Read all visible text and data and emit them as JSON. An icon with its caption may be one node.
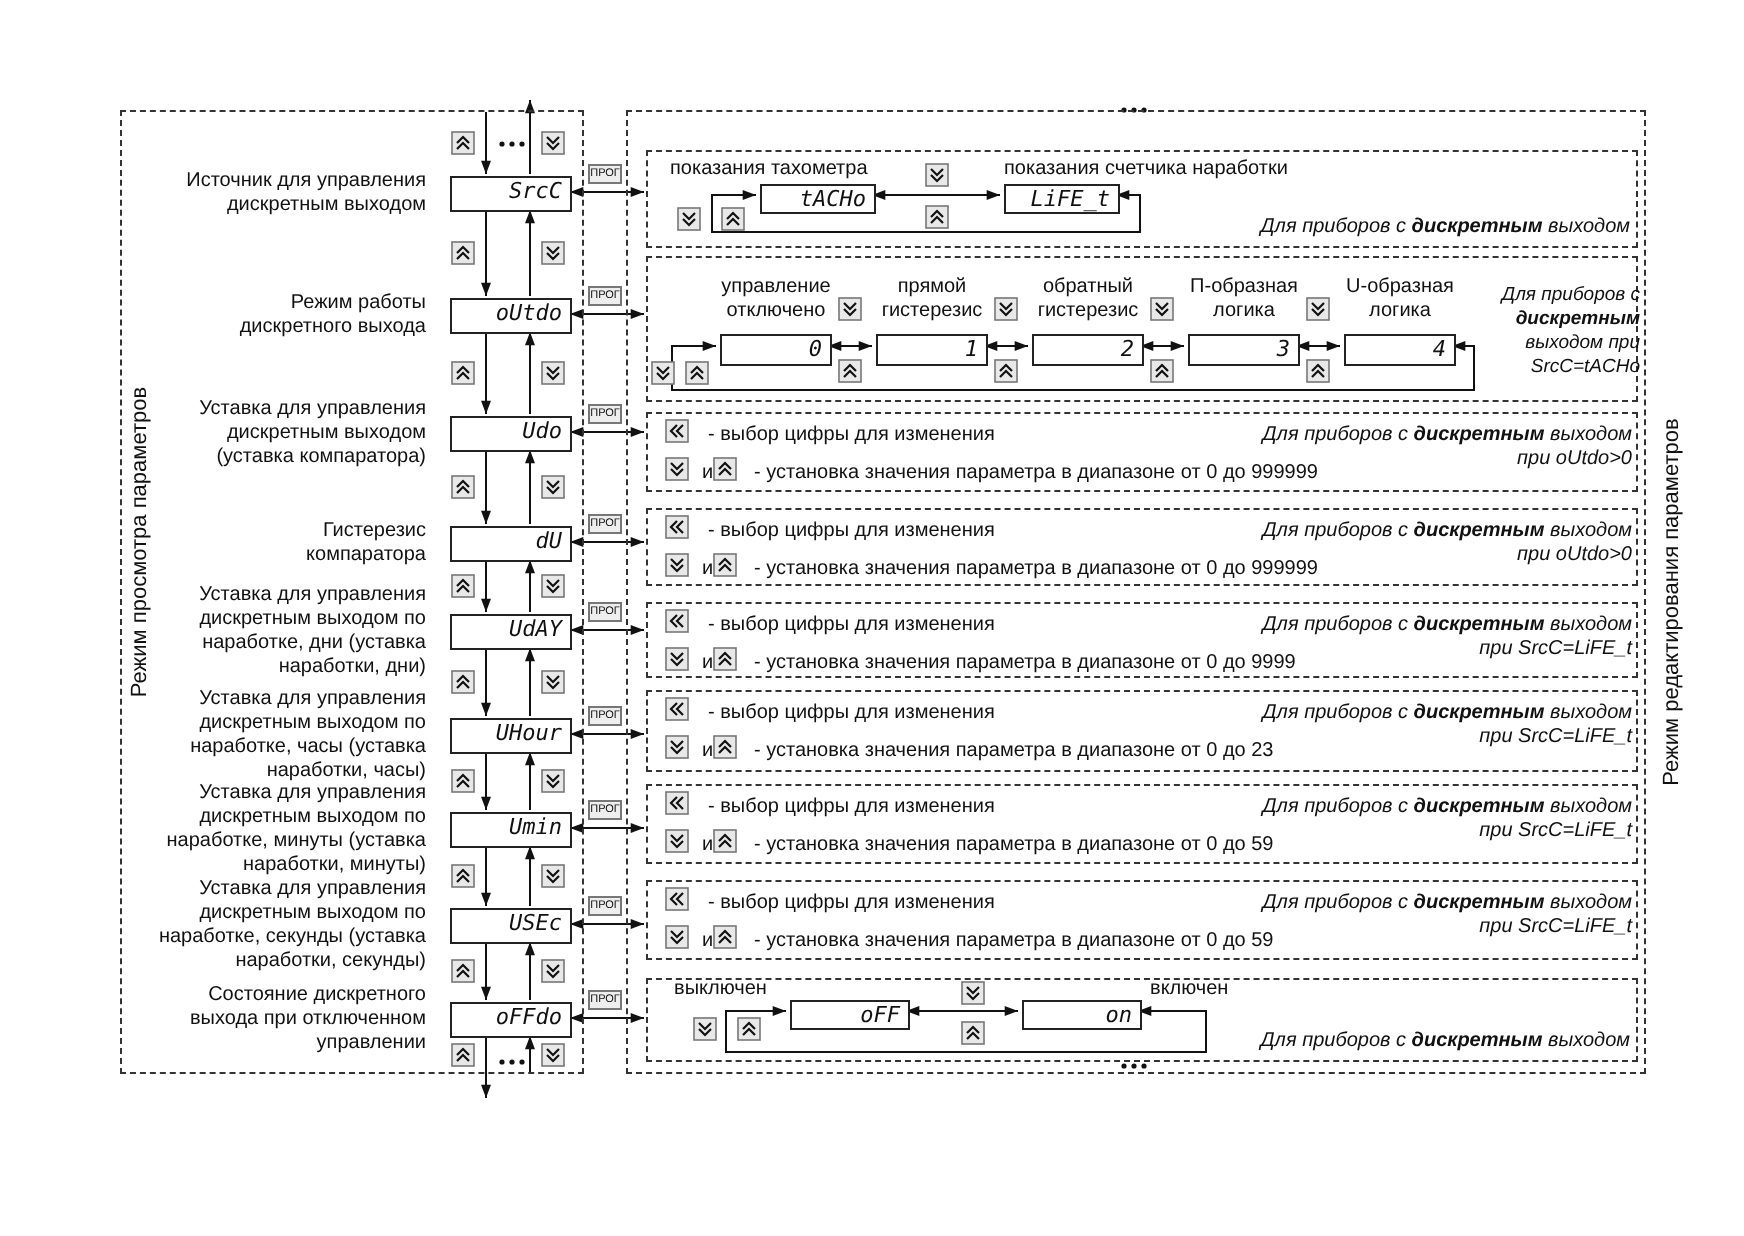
{
  "diagram": {
    "nodes": [
      {
        "text": [
          "Режим просмотра параметров"
        ]
      },
      {
        "text": [
          "Режим редактирования параметров"
        ]
      },
      {
        "text": [
          "SrcC"
        ],
        "in": 0,
        "beside": [
          "Источник для управления дискретным выходом"
        ]
      },
      {
        "text": [
          "oUtdo"
        ],
        "in": 0,
        "beside": [
          "Режим работы дискретного выхода"
        ]
      },
      {
        "text": [
          "Udo"
        ],
        "in": 0,
        "beside": [
          "Уставка для управления дискретным выходом (уставка компаратора)"
        ]
      },
      {
        "text": [
          "dU"
        ],
        "in": 0,
        "beside": [
          "Гистерезис компаратора"
        ]
      },
      {
        "text": [
          "UdAY"
        ],
        "in": 0,
        "beside": [
          "Уставка для управления дискретным выходом по наработке, дни (уставка наработки, дни)"
        ]
      },
      {
        "text": [
          "UHour"
        ],
        "in": 0,
        "beside": [
          "Уставка для управления дискретным выходом по наработке, часы (уставка наработки, часы)"
        ]
      },
      {
        "text": [
          "Umin"
        ],
        "in": 0,
        "beside": [
          "Уставка для управления дискретным выходом по наработке, минуты (уставка наработки, минуты)"
        ]
      },
      {
        "text": [
          "USEc"
        ],
        "in": 0,
        "beside": [
          "Уставка для управления дискретным выходом по наработке, секунды (уставка наработки, секунды)"
        ]
      },
      {
        "text": [
          "oFFdo"
        ],
        "in": 0,
        "beside": [
          "Состояние дискретного выхода при отключенном управлении"
        ]
      },
      {
        "text": [
          "Для приборов с **дискретным** выходом"
        ],
        "in": 1
      },
      {
        "text": [
          "Для приборов с **дискретным** выходом при SrcC=tACHo"
        ],
        "in": 1
      },
      {
        "text": [
          "- выбор цифры для изменения",
          "и",
          "- установка значения параметра в диапазоне от 0 до 999999",
          "Для приборов с **дискретным** выходом при oUtdo>0"
        ],
        "in": 1
      },
      {
        "text": [
          "- выбор цифры для изменения",
          "и",
          "- установка значения параметра в диапазоне от 0 до 999999",
          "Для приборов с **дискретным** выходом при oUtdo>0"
        ],
        "in": 1
      },
      {
        "text": [
          "- выбор цифры для изменения",
          "и",
          "- установка значения параметра в диапазоне от 0 до 9999",
          "Для приборов с **дискретным** выходом при SrcC=LiFE_t"
        ],
        "in": 1
      },
      {
        "text": [
          "- выбор цифры для изменения",
          "и",
          "- установка значения параметра в диапазоне от 0 до 23",
          "Для приборов с **дискретным** выходом при SrcC=LiFE_t"
        ],
        "in": 1
      },
      {
        "text": [
          "- выбор цифры для изменения",
          "и",
          "- установка значения параметра в диапазоне от 0 до 59",
          "Для приборов с **дискретным** выходом при SrcC=LiFE_t"
        ],
        "in": 1
      },
      {
        "text": [
          "- выбор цифры для изменения",
          "и",
          "- установка значения параметра в диапазоне от 0 до 59",
          "Для приборов с **дискретным** выходом при SrcC=LiFE_t"
        ],
        "in": 1
      },
      {
        "text": [
          "Для приборов с **дискретным** выходом"
        ],
        "in": 1
      },
      {
        "text": [
          "tACHo"
        ],
        "in": 11,
        "beside": [
          "показания тахометра"
        ]
      },
      {
        "text": [
          "LiFE_t"
        ],
        "in": 11,
        "beside": [
          "показания счетчика наработки"
        ]
      },
      {
        "text": [
          "0"
        ],
        "in": 12,
        "beside": [
          "управление отключено"
        ]
      },
      {
        "text": [
          "1"
        ],
        "in": 12,
        "beside": [
          "прямой гистерезис"
        ]
      },
      {
        "text": [
          "2"
        ],
        "in": 12,
        "beside": [
          "обратный гистерезис"
        ]
      },
      {
        "text": [
          "3"
        ],
        "in": 12,
        "beside": [
          "П-образная логика"
        ]
      },
      {
        "text": [
          "4"
        ],
        "in": 12,
        "beside": [
          "U-образная логика"
        ]
      },
      {
        "text": [
          "oFF"
        ],
        "in": 19,
        "beside": [
          "выключен"
        ]
      },
      {
        "text": [
          "on"
        ],
        "in": 19,
        "beside": [
          "включен"
        ]
      }
    ],
    "edges": [
      {
        "from": null,
        "to": 2,
        "arrow": "to"
      },
      {
        "from": 2,
        "to": null,
        "arrow": "to"
      },
      {
        "from": 2,
        "to": 3,
        "arrow": "to"
      },
      {
        "from": 3,
        "to": 2,
        "arrow": "to"
      },
      {
        "from": 3,
        "to": 4,
        "arrow": "to"
      },
      {
        "from": 4,
        "to": 3,
        "arrow": "to"
      },
      {
        "from": 4,
        "to": 5,
        "arrow": "to"
      },
      {
        "from": 5,
        "to": 4,
        "arrow": "to"
      },
      {
        "from": 5,
        "to": 6,
        "arrow": "to"
      },
      {
        "from": 6,
        "to": 5,
        "arrow": "to"
      },
      {
        "from": 6,
        "to": 7,
        "arrow": "to"
      },
      {
        "from": 7,
        "to": 6,
        "arrow": "to"
      },
      {
        "from": 7,
        "to": 8,
        "arrow": "to"
      },
      {
        "from": 8,
        "to": 7,
        "arrow": "to"
      },
      {
        "from": 8,
        "to": 9,
        "arrow": "to"
      },
      {
        "from": 9,
        "to": 8,
        "arrow": "to"
      },
      {
        "from": 9,
        "to": 10,
        "arrow": "to"
      },
      {
        "from": 10,
        "to": 9,
        "arrow": "to"
      },
      {
        "from": 10,
        "to": null,
        "arrow": "to"
      },
      {
        "from": null,
        "to": 10,
        "arrow": "to"
      },
      {
        "from": 2,
        "to": 11,
        "arrow": "both"
      },
      {
        "from": 3,
        "to": 12,
        "arrow": "both"
      },
      {
        "from": 4,
        "to": 13,
        "arrow": "both"
      },
      {
        "from": 5,
        "to": 14,
        "arrow": "both"
      },
      {
        "from": 6,
        "to": 15,
        "arrow": "both"
      },
      {
        "from": 7,
        "to": 16,
        "arrow": "both"
      },
      {
        "from": 8,
        "to": 17,
        "arrow": "both"
      },
      {
        "from": 9,
        "to": 18,
        "arrow": "both"
      },
      {
        "from": 10,
        "to": 19,
        "arrow": "both"
      },
      {
        "from": 20,
        "to": 21,
        "arrow": "both"
      },
      {
        "from": 21,
        "to": 20,
        "arrow": "both"
      },
      {
        "from": 22,
        "to": 23,
        "arrow": "both"
      },
      {
        "from": 23,
        "to": 24,
        "arrow": "both"
      },
      {
        "from": 24,
        "to": 25,
        "arrow": "both"
      },
      {
        "from": 25,
        "to": 26,
        "arrow": "both"
      },
      {
        "from": 26,
        "to": 22,
        "arrow": "both"
      },
      {
        "from": 27,
        "to": 28,
        "arrow": "both"
      },
      {
        "from": 28,
        "to": 27,
        "arrow": "both"
      }
    ],
    "labels": [
      "ПРОГ",
      "ПРОГ",
      "ПРОГ",
      "ПРОГ",
      "ПРОГ",
      "ПРОГ",
      "ПРОГ",
      "ПРОГ",
      "ПРОГ"
    ]
  }
}
